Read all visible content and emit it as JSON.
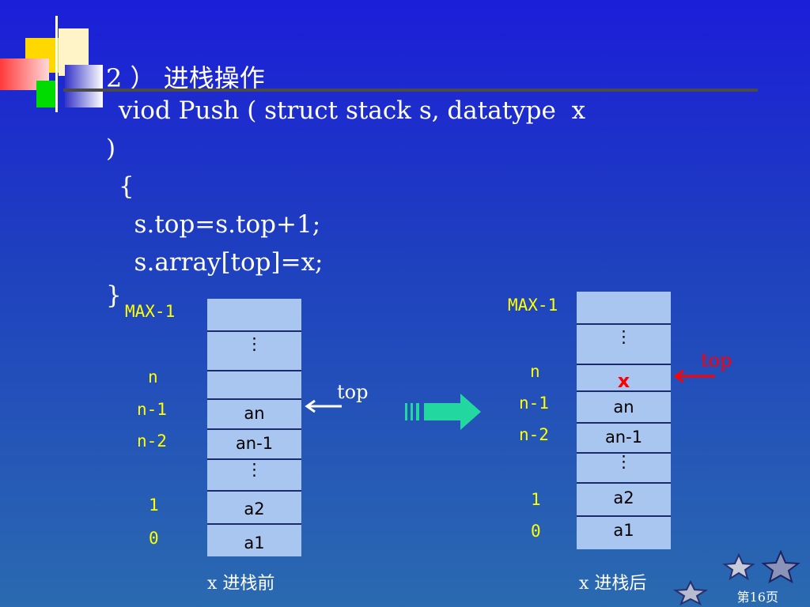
{
  "slide": {
    "title": "2 ） 进栈操作",
    "code_lines": [
      " viod Push ( struct stack s, datatype  x",
      ")",
      " {",
      "   s.top=s.top+1;",
      "   s.array[top]=x;",
      "}"
    ],
    "before": {
      "index_labels": {
        "max": "MAX-1",
        "n": "n",
        "n1": "n-1",
        "n2": "n-2",
        "one": "1",
        "zero": "0"
      },
      "cells": {
        "dots1": "⋮",
        "empty": "",
        "an": "an",
        "an1": "an-1",
        "dots2": "⋮",
        "a2": "a2",
        "a1": "a1"
      },
      "top_label": "top",
      "caption": "x 进栈前"
    },
    "after": {
      "index_labels": {
        "max": "MAX-1",
        "n": "n",
        "n1": "n-1",
        "n2": "n-2",
        "one": "1",
        "zero": "0"
      },
      "cells": {
        "dots1": "⋮",
        "x": "x",
        "an": "an",
        "an1": "an-1",
        "dots2": "⋮",
        "a2": "a2",
        "a1": "a1"
      },
      "top_label": "top",
      "caption": "x 进栈后"
    },
    "page_label": "第16页",
    "colors": {
      "index_label": "#ffff00",
      "new_element": "#ff0000",
      "arrow_green": "#22d8a0",
      "stack_fill": "#a9c6f0"
    }
  }
}
